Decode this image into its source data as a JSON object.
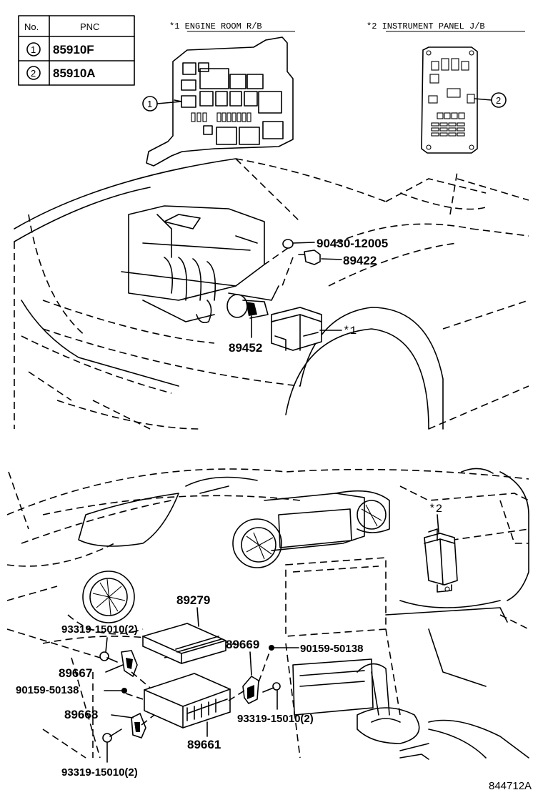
{
  "table": {
    "col_no": "No.",
    "col_pnc": "PNC",
    "rows": [
      {
        "no": "1",
        "pnc": "85910F"
      },
      {
        "no": "2",
        "pnc": "85910A"
      }
    ]
  },
  "headers": {
    "engine_room": "*1 ENGINE ROOM R/B",
    "instrument_panel": "*2 INSTRUMENT PANEL J/B"
  },
  "callouts": {
    "c1": "1",
    "c2": "2"
  },
  "parts_upper": {
    "p90430": "90430-12005",
    "p89422": "89422",
    "p89452": "89452",
    "star1": "*1"
  },
  "parts_lower": {
    "star2": "*2",
    "p89279": "89279",
    "p93319_a": "93319-15010(2)",
    "p89669": "89669",
    "p90159_a": "90159-50138",
    "p89667": "89667",
    "p90159_b": "90159-50138",
    "p89668": "89668",
    "p93319_b": "93319-15010(2)",
    "p89661": "89661",
    "p93319_c": "93319-15010(2)"
  },
  "diagram_ref": "844712A"
}
